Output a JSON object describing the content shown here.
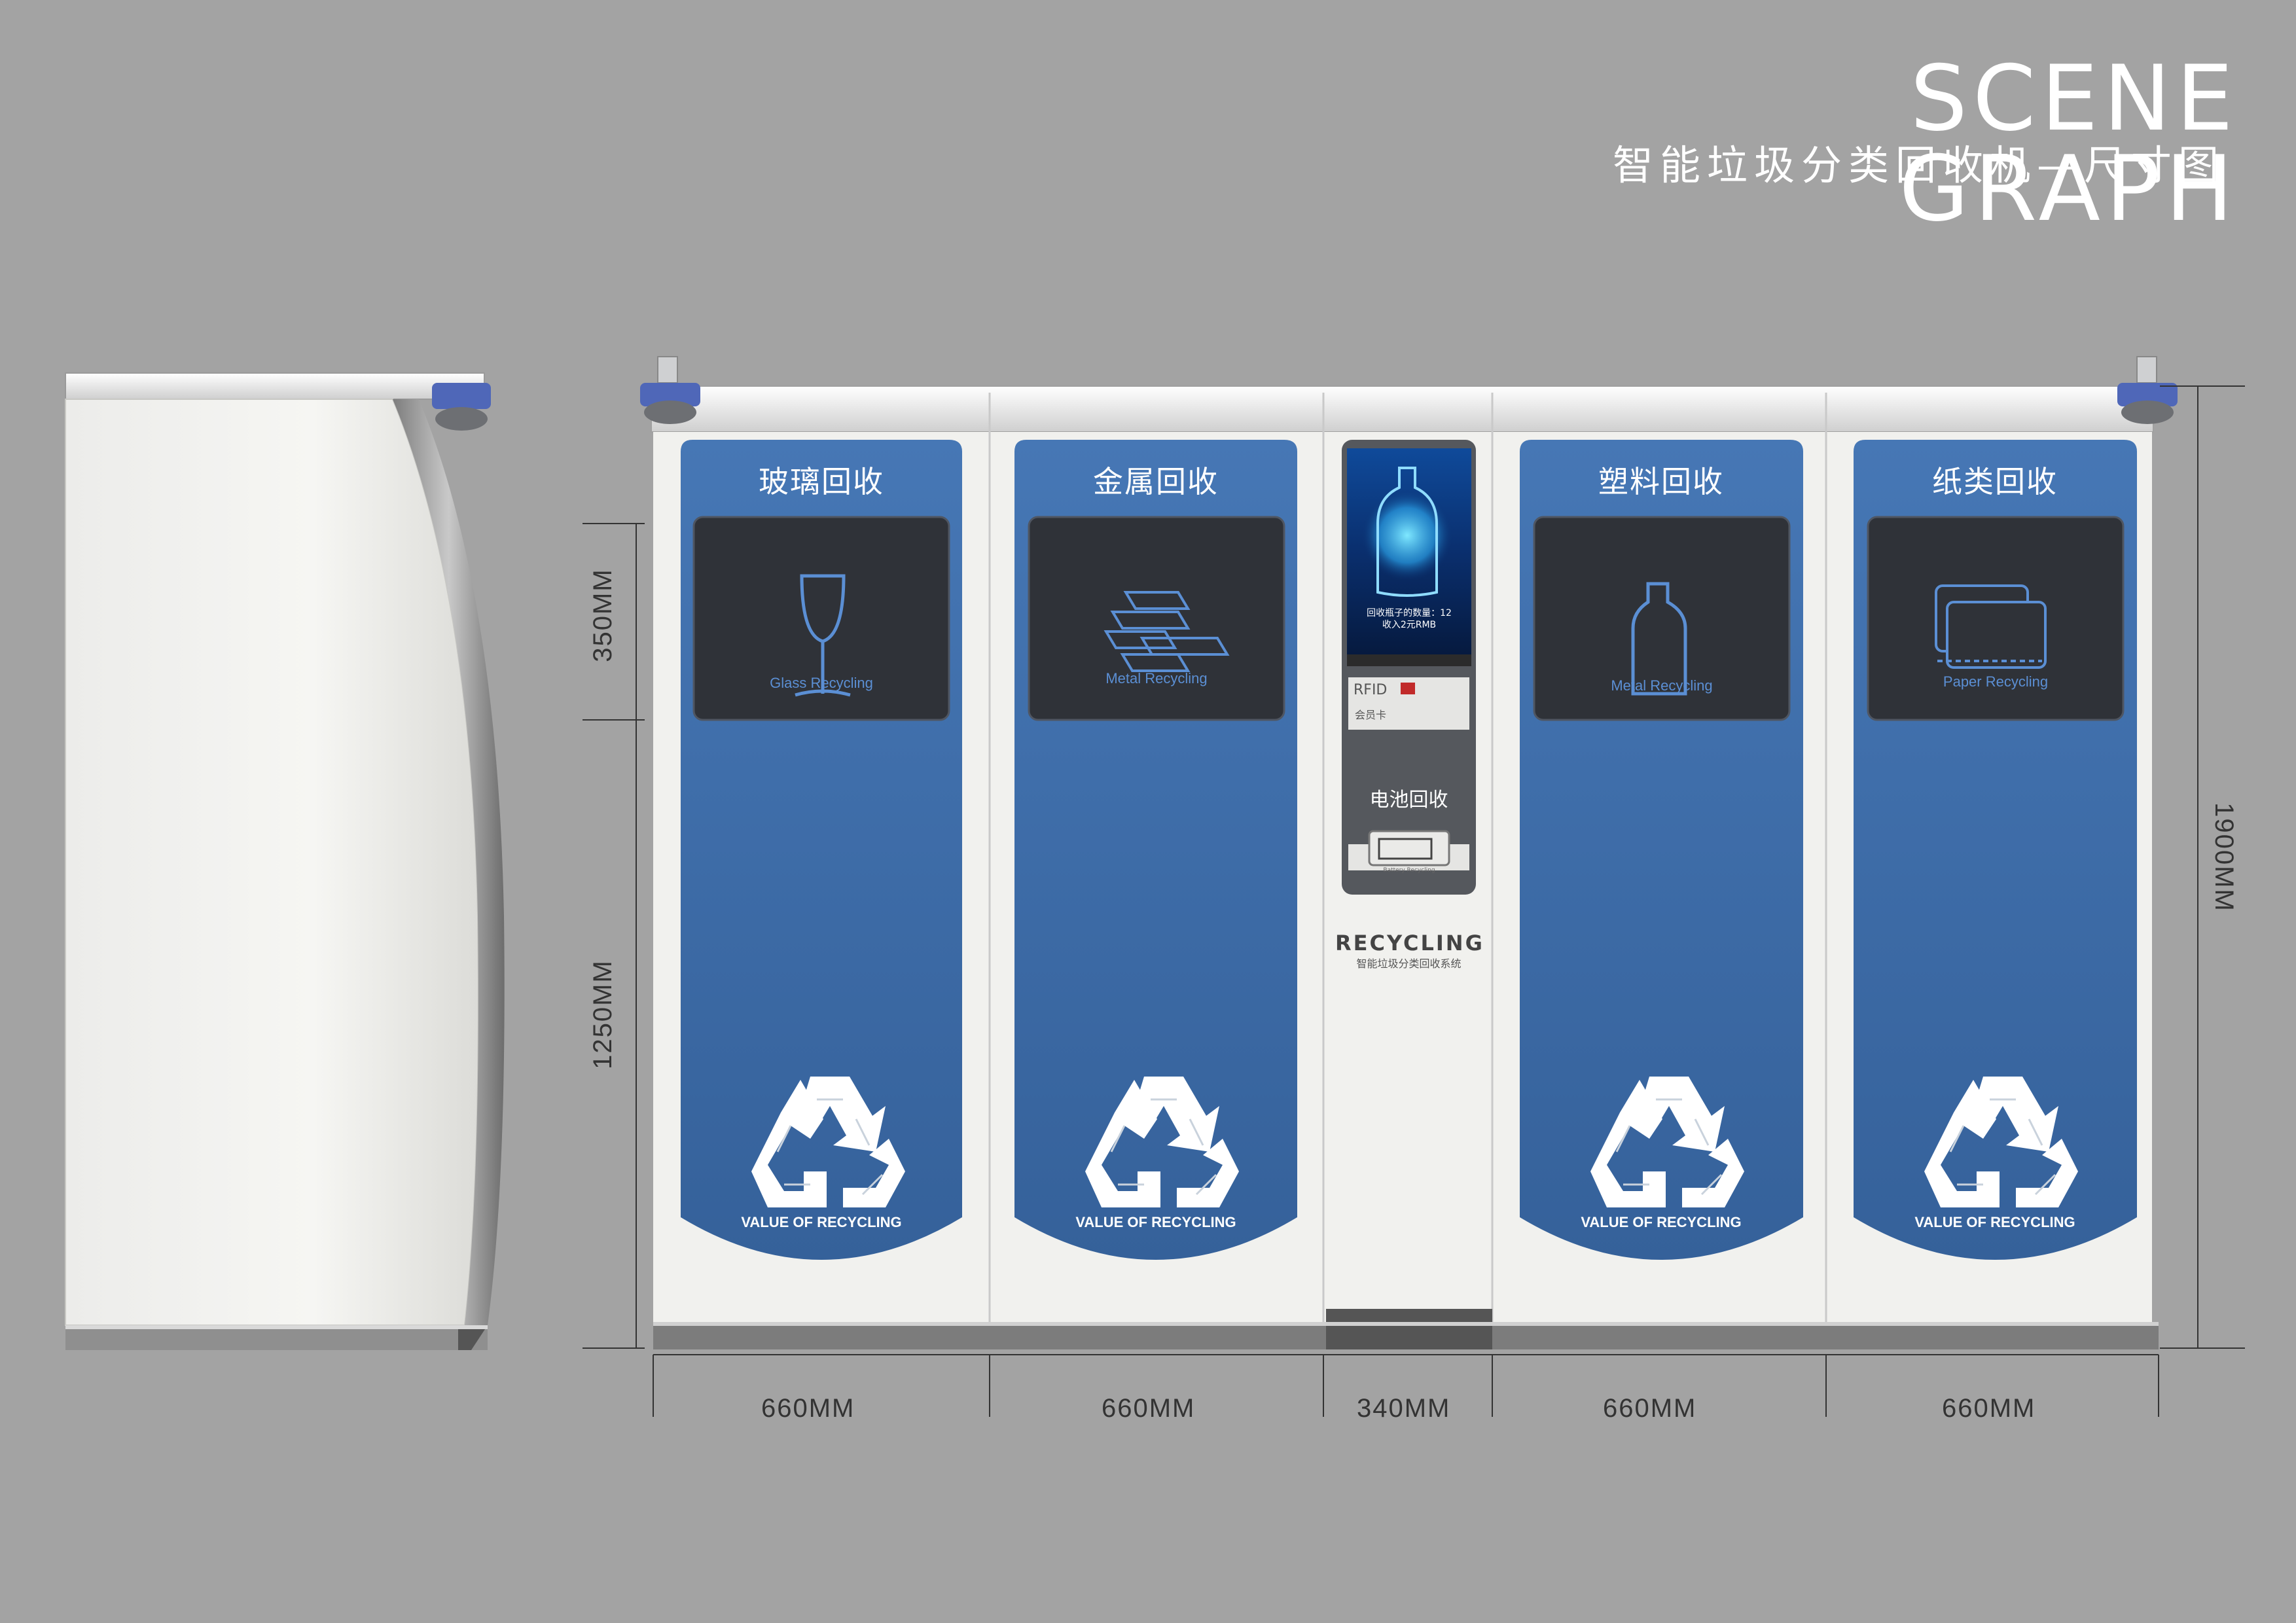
{
  "header": {
    "title": "SCENE GRAPH",
    "subtitle": "智能垃圾分类回收机—尺寸图"
  },
  "dimensions": {
    "widths": [
      "660MM",
      "660MM",
      "340MM",
      "660MM",
      "660MM"
    ],
    "heights": {
      "slot": "350MM",
      "body": "1250MM",
      "total": "1900MM"
    }
  },
  "bins": [
    {
      "title": "玻璃回收",
      "slot_label": "Glass Recycling",
      "icon": "wine-glass-icon",
      "footer": "VALUE OF RECYCLING"
    },
    {
      "title": "金属回收",
      "slot_label": "Metal Recycling",
      "icon": "metal-bars-icon",
      "footer": "VALUE OF RECYCLING"
    },
    {
      "title": "塑料回收",
      "slot_label": "Metal Recycling",
      "icon": "bottle-icon",
      "footer": "VALUE OF RECYCLING"
    },
    {
      "title": "纸类回收",
      "slot_label": "Paper Recycling",
      "icon": "paper-stack-icon",
      "footer": "VALUE OF RECYCLING"
    }
  ],
  "center_unit": {
    "screen_line1": "回收瓶子的数量：12",
    "screen_line2": "收入2元RMB",
    "rfid_label": "RFID",
    "card_label": "会员卡",
    "battery_title": "电池回收",
    "battery_label": "Battery Recycling",
    "brand": "RECYCLING",
    "brand_sub": "智能垃圾分类回收系统"
  },
  "colors": {
    "background": "#a3a3a3",
    "panel_blue": "#3f6ea8",
    "body_white": "#f1f1ee",
    "slot_dark": "#2f3238",
    "accent_blue": "#5b8fd4"
  }
}
